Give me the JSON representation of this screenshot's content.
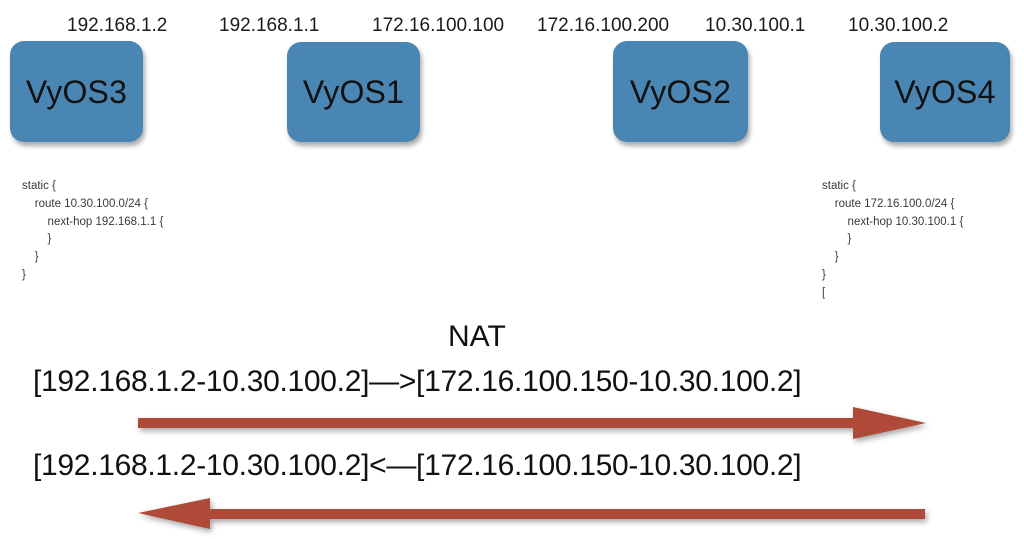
{
  "diagram": {
    "title": "VyOS NAT topology",
    "colors": {
      "node_fill": "#4a86b4",
      "arrow_fill": "#b04a38",
      "text": "#111111",
      "config_text": "#3a3a3a",
      "background": "#ffffff"
    },
    "nodes": [
      {
        "id": "vyos3",
        "label": "VyOS3"
      },
      {
        "id": "vyos1",
        "label": "VyOS1"
      },
      {
        "id": "vyos2",
        "label": "VyOS2"
      },
      {
        "id": "vyos4",
        "label": "VyOS4"
      }
    ],
    "ip_labels": [
      {
        "id": "ip-vyos3-eth",
        "text": "192.168.1.2"
      },
      {
        "id": "ip-vyos1-left",
        "text": "192.168.1.1"
      },
      {
        "id": "ip-vyos1-right",
        "text": "172.16.100.100"
      },
      {
        "id": "ip-vyos2-left",
        "text": "172.16.100.200"
      },
      {
        "id": "ip-vyos2-right",
        "text": "10.30.100.1"
      },
      {
        "id": "ip-vyos4-eth",
        "text": "10.30.100.2"
      }
    ],
    "configs": [
      {
        "id": "config-vyos3",
        "text": "static {\n    route 10.30.100.0/24 {\n        next-hop 192.168.1.1 {\n        }\n    }\n}"
      },
      {
        "id": "config-vyos4",
        "text": "static {\n    route 172.16.100.0/24 {\n        next-hop 10.30.100.1 {\n        }\n    }\n}\n["
      }
    ],
    "nat": {
      "title": "NAT",
      "flows": [
        {
          "id": "flow-outbound",
          "text": "[192.168.1.2-10.30.100.2]—>[172.16.100.150-10.30.100.2]",
          "direction": "right",
          "source_pair": "192.168.1.2-10.30.100.2",
          "translated_pair": "172.16.100.150-10.30.100.2"
        },
        {
          "id": "flow-inbound",
          "text": "[192.168.1.2-10.30.100.2]<—[172.16.100.150-10.30.100.2]",
          "direction": "left",
          "source_pair": "192.168.1.2-10.30.100.2",
          "translated_pair": "172.16.100.150-10.30.100.2"
        }
      ]
    }
  }
}
